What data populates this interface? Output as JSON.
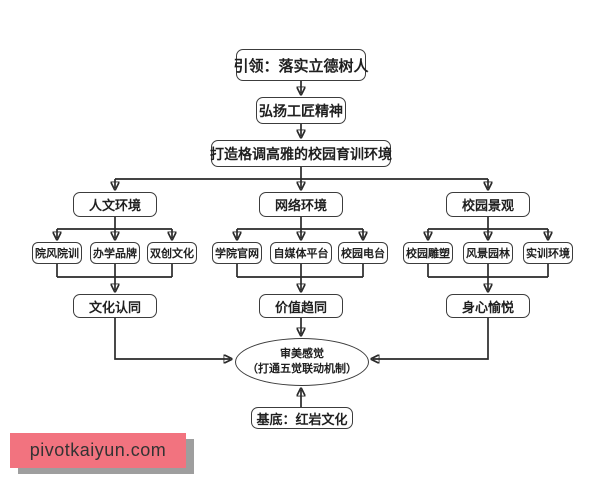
{
  "colors": {
    "line": "#2a2a2a",
    "box_border": "#3c3c3c",
    "box_bg": "#ffffff",
    "text": "#1f1f1f",
    "watermark_bg": "#f2737f",
    "watermark_accent": "#f7949d",
    "watermark_shadow": "#9e9e9e",
    "watermark_text": "#333333"
  },
  "flowchart": {
    "top_chain": [
      "引领：落实立德树人",
      "弘扬工匠精神",
      "打造格调高雅的校园育训环境"
    ],
    "branches": [
      {
        "label": "人文环境",
        "children": [
          "院风院训",
          "办学品牌",
          "双创文化"
        ],
        "outcome": "文化认同"
      },
      {
        "label": "网络环境",
        "children": [
          "学院官网",
          "自媒体平台",
          "校园电台"
        ],
        "outcome": "价值趋同"
      },
      {
        "label": "校园景观",
        "children": [
          "校园雕塑",
          "风景园林",
          "实训环境"
        ],
        "outcome": "身心愉悦"
      }
    ],
    "hub": {
      "line1": "审美感觉",
      "line2": "（打通五觉联动机制）"
    },
    "base": "基底：红岩文化"
  },
  "watermark": {
    "text": "pivotkaiyun.com"
  }
}
